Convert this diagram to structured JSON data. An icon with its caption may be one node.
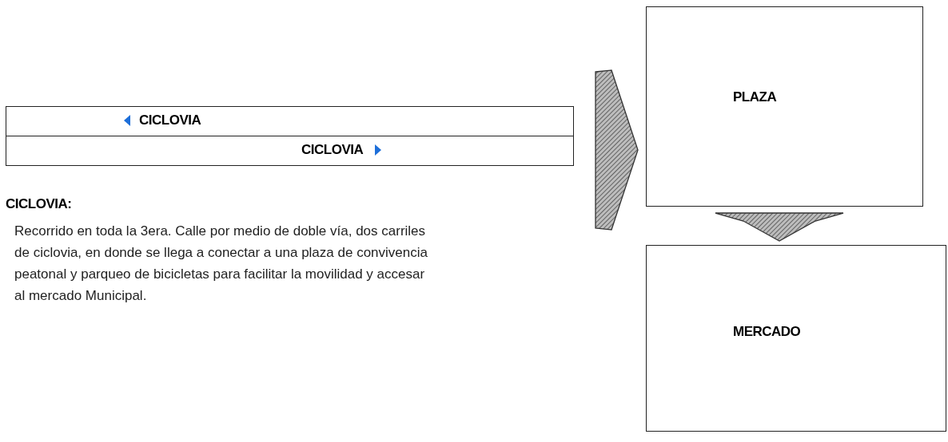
{
  "diagram": {
    "nodes": [
      {
        "text": [],
        "shape": "box"
      },
      {
        "text": [
          "CICLOVIA"
        ],
        "in": 0
      },
      {
        "text": [
          "CICLOVIA"
        ],
        "in": 0
      },
      {
        "text": [
          "PLAZA"
        ]
      },
      {
        "text": [
          "MERCADO"
        ]
      }
    ],
    "edges": [
      {
        "from": 0,
        "to": 3,
        "arrow": "to",
        "style": "thick"
      },
      {
        "from": 3,
        "to": 4,
        "arrow": "to",
        "style": "thick"
      }
    ],
    "labels": [
      "CICLOVIA:",
      "Recorrido en toda la 3era. Calle por medio de doble vía, dos carriles de ciclovia, en donde se llega a conectar a una plaza de convivencia peatonal y parqueo de bicicletas para facilitar la movilidad y accesar al mercado Municipal."
    ]
  }
}
